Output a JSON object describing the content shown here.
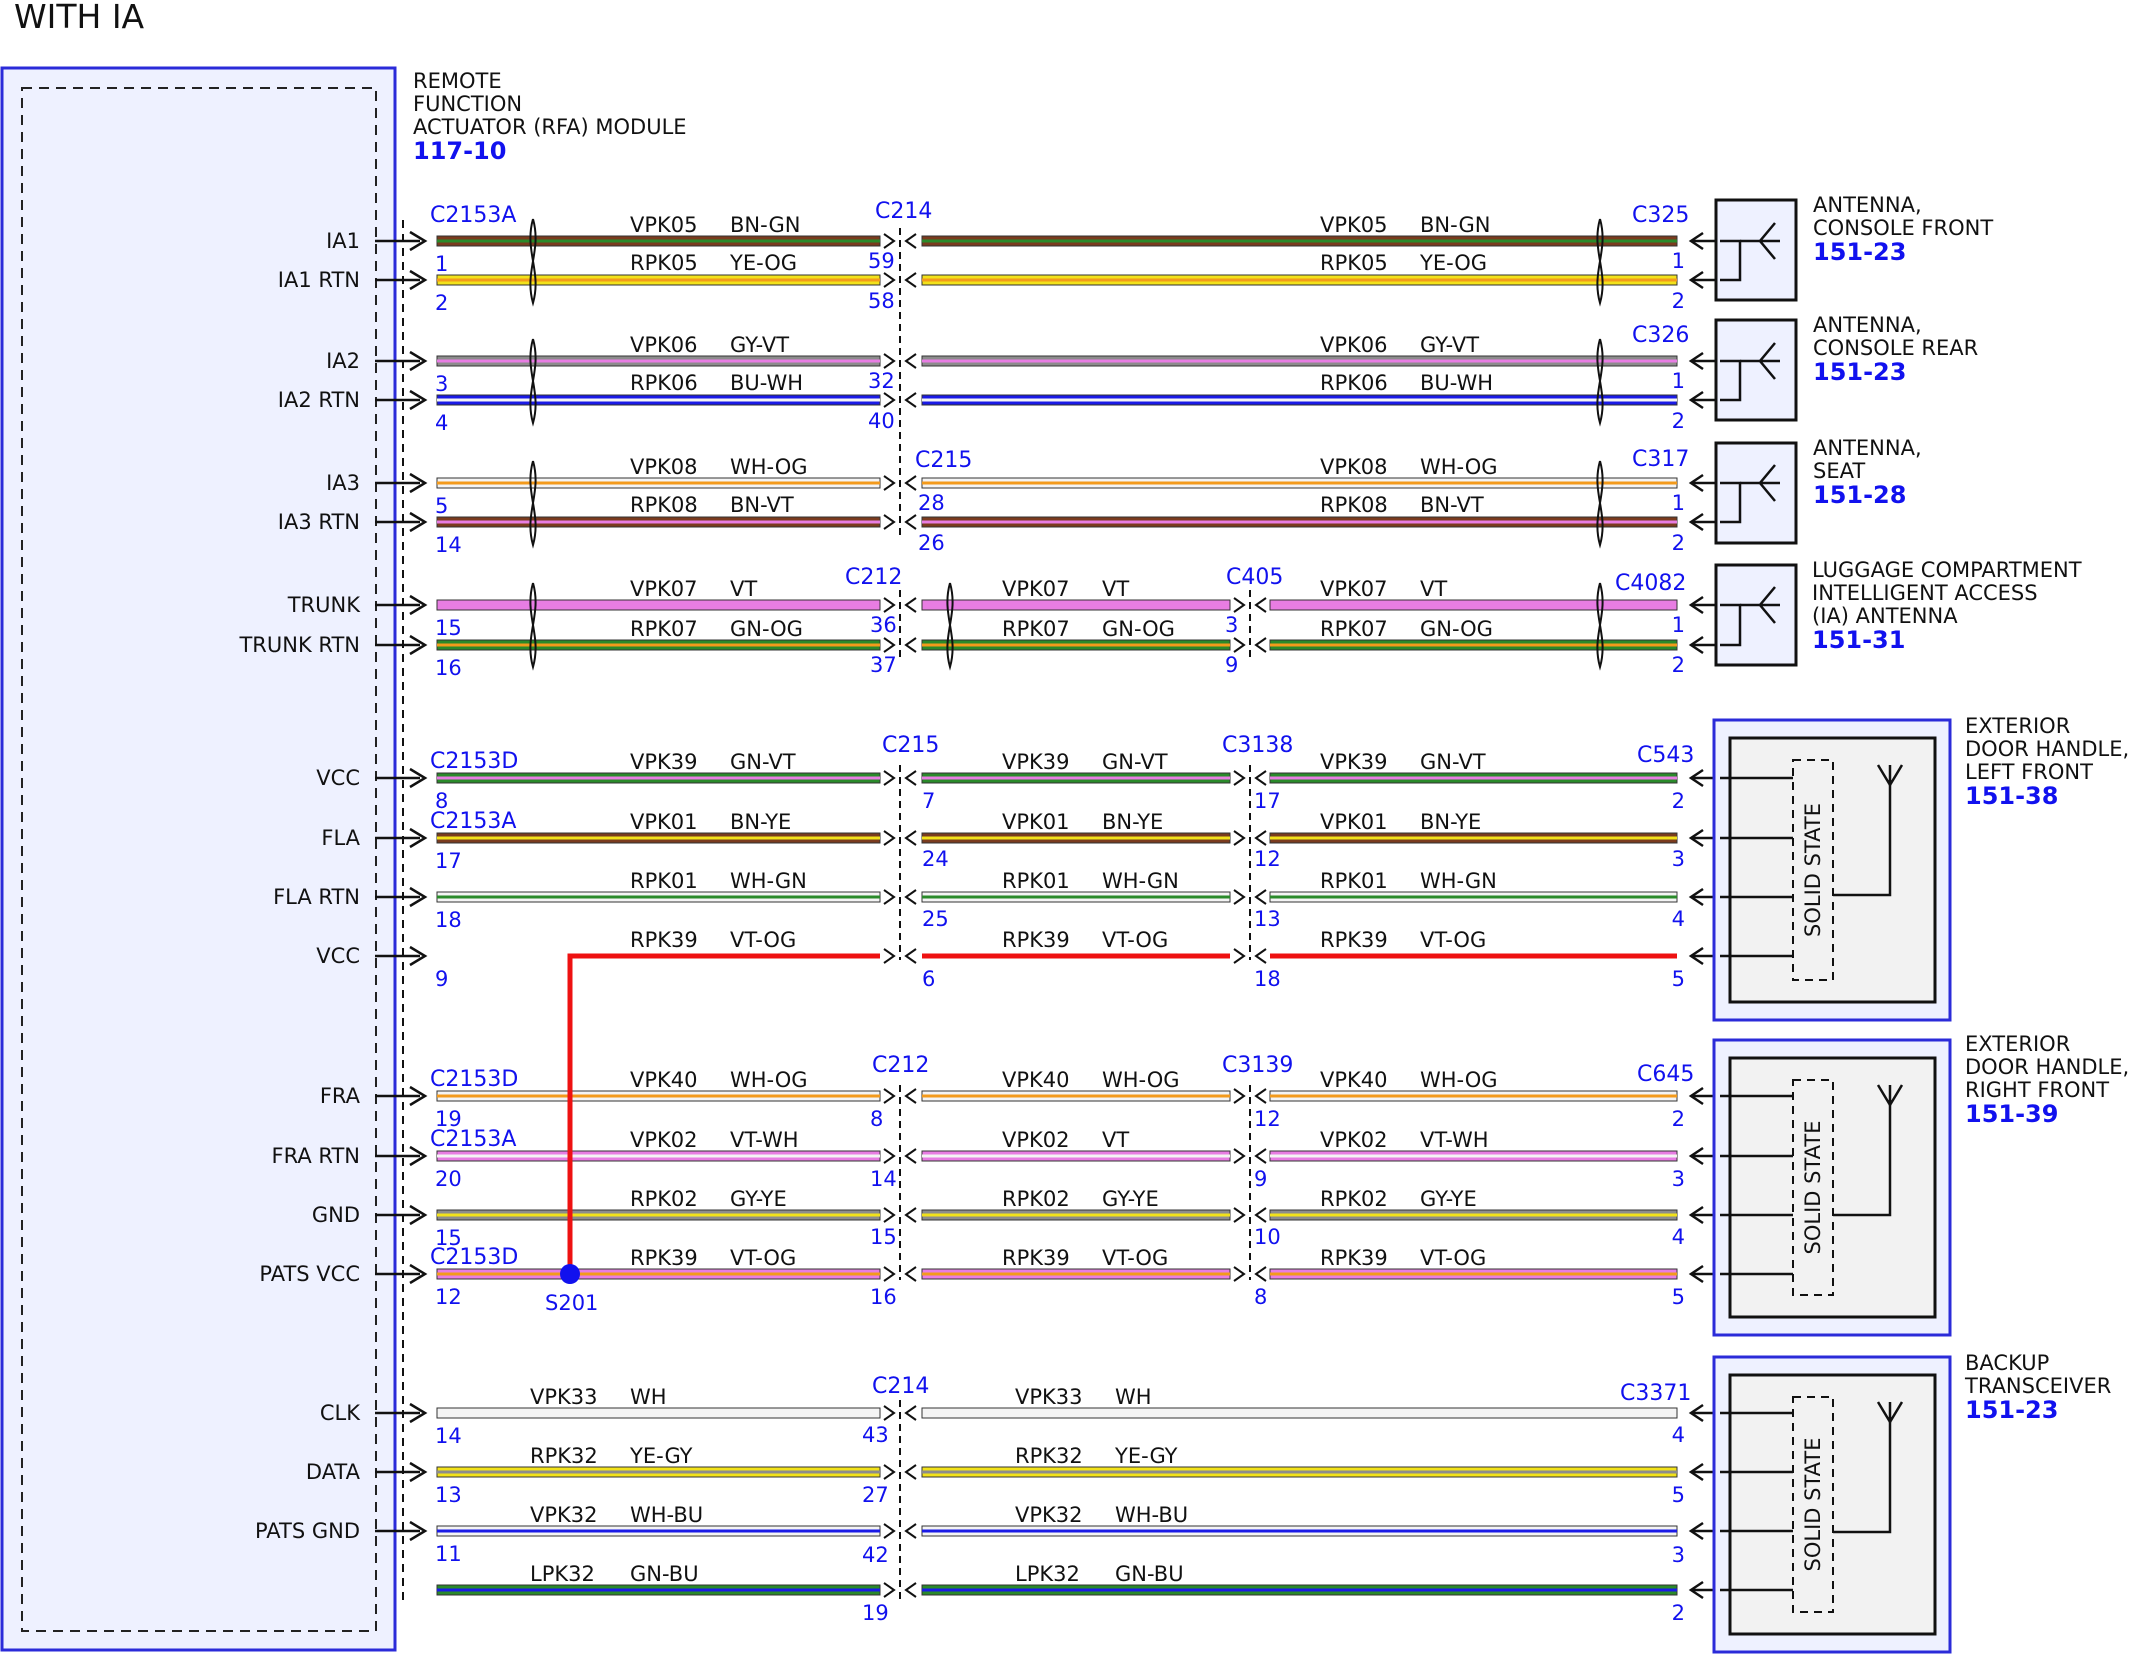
{
  "page_title": "WITH IA",
  "colors": {
    "BN": "#7a3b1e",
    "GN": "#2a8a2a",
    "YE": "#f2e21a",
    "OG": "#f39a1b",
    "GY": "#8c8c8c",
    "VT": "#e87de3",
    "BU": "#1a1ae6",
    "WH": "#f4f4f4",
    "RD": "#ee1111",
    "frame": "#2b2bd9",
    "pin_blue": "#1111ee"
  },
  "module": {
    "name_lines": [
      "REMOTE",
      "FUNCTION",
      "ACTUATOR (RFA) MODULE"
    ],
    "ref": "117-10"
  },
  "pins": [
    {
      "label": "IA1",
      "cpin": "1"
    },
    {
      "label": "IA1 RTN",
      "cpin": "2"
    },
    {
      "label": "IA2",
      "cpin": "3"
    },
    {
      "label": "IA2 RTN",
      "cpin": "4"
    },
    {
      "label": "IA3",
      "cpin": "5"
    },
    {
      "label": "IA3 RTN",
      "cpin": "14"
    },
    {
      "label": "TRUNK",
      "cpin": "15"
    },
    {
      "label": "TRUNK RTN",
      "cpin": "16"
    },
    {
      "label": "VCC",
      "cpin": "8"
    },
    {
      "label": "FLA",
      "cpin": "17"
    },
    {
      "label": "FLA RTN",
      "cpin": "18"
    },
    {
      "label": "VCC",
      "cpin": "9"
    },
    {
      "label": "FRA",
      "cpin": "19"
    },
    {
      "label": "FRA RTN",
      "cpin": "20"
    },
    {
      "label": "GND",
      "cpin": "15"
    },
    {
      "label": "PATS VCC",
      "cpin": "12"
    },
    {
      "label": "CLK",
      "cpin": "14"
    },
    {
      "label": "DATA",
      "cpin": "13"
    },
    {
      "label": "PATS GND",
      "cpin": "11"
    }
  ],
  "connectors": {
    "module_side": [
      "C2153A",
      "C2153D",
      "C2153A",
      "C2153D",
      "C2153A",
      "C2153D"
    ],
    "inline": [
      "C214",
      "C215",
      "C212",
      "C405",
      "C215",
      "C3138",
      "C212",
      "C3139",
      "C214"
    ],
    "device": [
      "C325",
      "C326",
      "C317",
      "C4082",
      "C543",
      "C645",
      "C3371"
    ]
  },
  "inline_pins": [
    "59",
    "58",
    "32",
    "40",
    "28",
    "26",
    "36",
    "37",
    "3",
    "9",
    "7",
    "17",
    "24",
    "12",
    "25",
    "13",
    "6",
    "18",
    "8",
    "12",
    "14",
    "9",
    "15",
    "10",
    "16",
    "8",
    "43",
    "27",
    "42",
    "19"
  ],
  "device_pins": [
    "1",
    "2",
    "1",
    "2",
    "1",
    "2",
    "1",
    "2",
    "2",
    "3",
    "4",
    "5",
    "2",
    "3",
    "4",
    "5",
    "4",
    "5",
    "3",
    "2"
  ],
  "wires": [
    {
      "circuit": "VPK05",
      "color": "BN-GN"
    },
    {
      "circuit": "RPK05",
      "color": "YE-OG"
    },
    {
      "circuit": "VPK06",
      "color": "GY-VT"
    },
    {
      "circuit": "RPK06",
      "color": "BU-WH"
    },
    {
      "circuit": "VPK08",
      "color": "WH-OG"
    },
    {
      "circuit": "RPK08",
      "color": "BN-VT"
    },
    {
      "circuit": "VPK07",
      "color": "VT"
    },
    {
      "circuit": "RPK07",
      "color": "GN-OG"
    },
    {
      "circuit": "VPK39",
      "color": "GN-VT"
    },
    {
      "circuit": "VPK01",
      "color": "BN-YE"
    },
    {
      "circuit": "RPK01",
      "color": "WH-GN"
    },
    {
      "circuit": "RPK39",
      "color": "VT-OG"
    },
    {
      "circuit": "VPK40",
      "color": "WH-OG"
    },
    {
      "circuit": "VPK02",
      "color": "VT-WH"
    },
    {
      "circuit": "VPK02",
      "color": "VT"
    },
    {
      "circuit": "RPK02",
      "color": "GY-YE"
    },
    {
      "circuit": "VPK33",
      "color": "WH"
    },
    {
      "circuit": "RPK32",
      "color": "YE-GY"
    },
    {
      "circuit": "VPK32",
      "color": "WH-BU"
    },
    {
      "circuit": "LPK32",
      "color": "GN-BU"
    }
  ],
  "splice": "S201",
  "devices": [
    {
      "lines": [
        "ANTENNA,",
        "CONSOLE FRONT"
      ],
      "ref": "151-23"
    },
    {
      "lines": [
        "ANTENNA,",
        "CONSOLE REAR"
      ],
      "ref": "151-23"
    },
    {
      "lines": [
        "ANTENNA,",
        "SEAT"
      ],
      "ref": "151-28"
    },
    {
      "lines": [
        "LUGGAGE COMPARTMENT",
        "INTELLIGENT ACCESS",
        "(IA) ANTENNA"
      ],
      "ref": "151-31"
    },
    {
      "lines": [
        "EXTERIOR",
        "DOOR HANDLE,",
        "LEFT FRONT"
      ],
      "ref": "151-38"
    },
    {
      "lines": [
        "EXTERIOR",
        "DOOR HANDLE,",
        "RIGHT FRONT"
      ],
      "ref": "151-39"
    },
    {
      "lines": [
        "BACKUP",
        "TRANSCEIVER"
      ],
      "ref": "151-23"
    }
  ],
  "solid_state_label": "SOLID STATE"
}
